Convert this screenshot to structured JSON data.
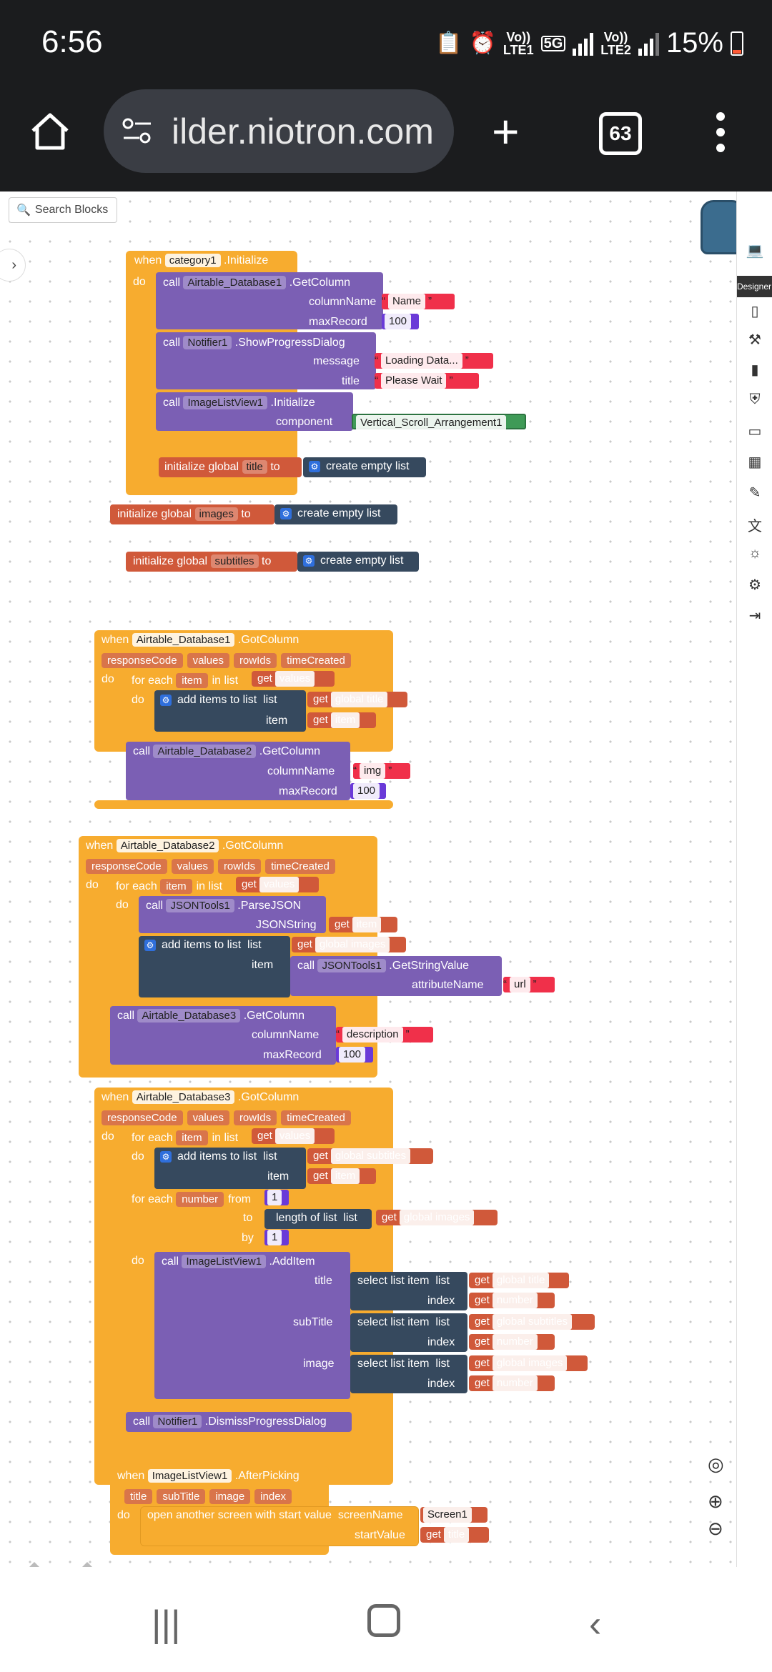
{
  "status": {
    "time": "6:56",
    "volte1": "Vo))",
    "lte1": "LTE1",
    "net": "5G",
    "volte2": "Vo))",
    "lte2": "LTE2",
    "battery": "15%"
  },
  "browser": {
    "url": "ilder.niotron.com",
    "tab_count": "63"
  },
  "toolbar": {
    "search_label": "Search Blocks",
    "designer_label": "Designer"
  },
  "b1": {
    "when": "when",
    "component": "category1",
    "event": ".Initialize",
    "do": "do",
    "call": "call",
    "db1": "Airtable_Database1",
    "getcolumn": ".GetColumn",
    "columnName": "columnName",
    "name_val": "Name",
    "maxRecord": "maxRecord",
    "max_val": "100",
    "notifier": "Notifier1",
    "showprogress": ".ShowProgressDialog",
    "message": "message",
    "message_val": "Loading Data...",
    "title": "title",
    "title_val": "Please Wait",
    "ilv": "ImageListView1",
    "init": ".Initialize",
    "component_lbl": "component",
    "component_val": "Vertical_Scroll_Arrangement1"
  },
  "globals": {
    "init_global": "initialize global",
    "to": "to",
    "create_empty": "create empty list",
    "title": "title",
    "images": "images",
    "subtitles": "subtitles"
  },
  "b2": {
    "db": "Airtable_Database1",
    "event": ".GotColumn",
    "params": [
      "responseCode",
      "values",
      "rowIds",
      "timeCreated"
    ],
    "for_each": "for each",
    "item": "item",
    "in_list": "in list",
    "get": "get",
    "values": "values",
    "add_items": "add items to list",
    "list": "list",
    "item_lbl": "item",
    "global_title": "global title",
    "db_next": "Airtable_Database2",
    "getcolumn": ".GetColumn",
    "columnName": "columnName",
    "col_val": "img",
    "maxRecord": "maxRecord",
    "max_val": "100"
  },
  "b3": {
    "db": "Airtable_Database2",
    "event": ".GotColumn",
    "json": "JSONTools1",
    "parse": ".ParseJSON",
    "jsonstring": "JSONString",
    "global_images": "global images",
    "getstring": ".GetStringValue",
    "attr": "attributeName",
    "attr_val": "url",
    "db_next": "Airtable_Database3",
    "col_val": "description",
    "max_val": "100"
  },
  "b4": {
    "db": "Airtable_Database3",
    "event": ".GotColumn",
    "global_subtitles": "global subtitles",
    "number": "number",
    "from": "from",
    "from_val": "1",
    "to": "to",
    "length_of_list": "length of list",
    "by": "by",
    "by_val": "1",
    "ilv": "ImageListView1",
    "additem": ".AddItem",
    "title": "title",
    "subtitle": "subTitle",
    "image": "image",
    "select_item": "select list item",
    "index": "index",
    "notifier": "Notifier1",
    "dismiss": ".DismissProgressDialog"
  },
  "b5": {
    "ilv": "ImageListView1",
    "event": ".AfterPicking",
    "params": [
      "title",
      "subTitle",
      "image",
      "index"
    ],
    "open_screen": "open another screen with start value",
    "screenName": "screenName",
    "screen_val": "Screen1",
    "startValue": "startValue",
    "title": "title"
  }
}
